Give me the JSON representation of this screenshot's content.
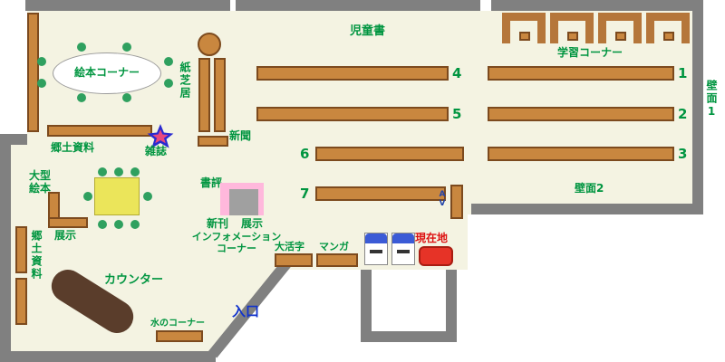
{
  "labels": {
    "children_books": "児童書",
    "study_corner": "学習コーナー",
    "wall_face_1": "壁面1",
    "wall_face_2": "壁面2",
    "picture_book_corner": "絵本コーナー",
    "kamishibai": "紙芝居",
    "newspaper": "新聞",
    "magazine": "雑誌",
    "local_materials_top": "郷土資料",
    "large_picture_books": "大型絵本",
    "local_materials_left": "郷土資料",
    "display_left": "展示",
    "book_review": "書評",
    "new_books": "新刊",
    "display_center": "展示",
    "information_line1": "インフォメーション",
    "information_line2": "コーナー",
    "large_print": "大活字",
    "manga": "マンガ",
    "current_location": "現在地",
    "counter": "カウンター",
    "water_corner": "水のコーナー",
    "entrance": "入口",
    "av_corner": "AV"
  },
  "shelf_numbers": [
    "1",
    "2",
    "3",
    "4",
    "5",
    "6",
    "7"
  ],
  "colors": {
    "floor": "#f4f3e2",
    "wall_gray": "#808080",
    "shelf_brown": "#c9873f",
    "shelf_border": "#7c4a1e",
    "label_green": "#009540",
    "chair_dot_green": "#2fa05f",
    "entrance_blue": "#1133cc",
    "current_location_red": "#dd1111",
    "location_marker_red": "#e63327",
    "counter_dark_brown": "#5a3d2b",
    "kids_table_yellow": "#ebe55a",
    "display_pink": "#ffb8dc",
    "display_stand_gray": "#a0a0a0",
    "machine_blue": "#3b5bd6",
    "star_blue": "#2a2ad0",
    "star_center_pink": "#e8487e"
  }
}
